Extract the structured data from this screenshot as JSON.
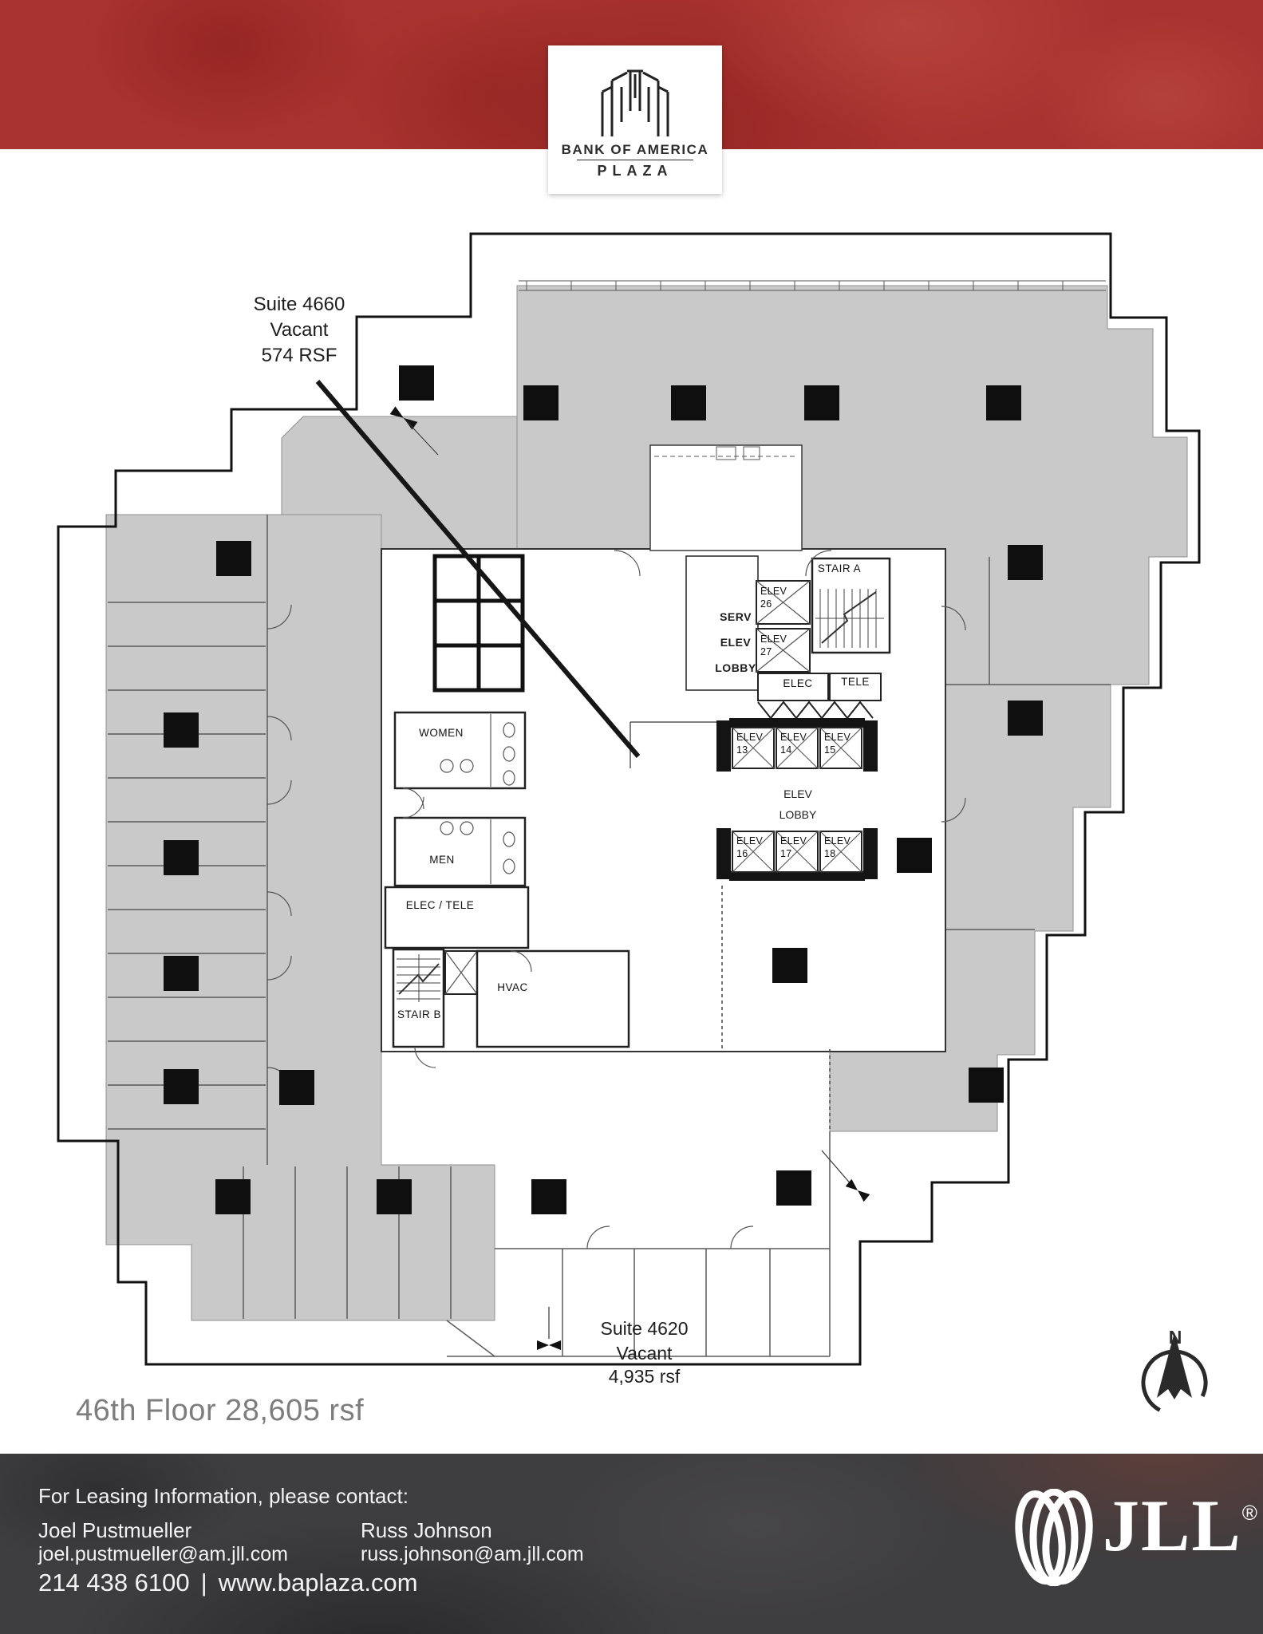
{
  "header": {
    "banner_color": "#a93330",
    "logo": {
      "line1": "BANK OF AMERICA",
      "line2": "PLAZA",
      "icon": "building-towers-icon"
    }
  },
  "plan": {
    "callout_suite_4660": {
      "lines": [
        "Suite 4660",
        "Vacant",
        "574 RSF"
      ]
    },
    "callout_suite_4620": {
      "lines": [
        "Suite 4620",
        "Vacant"
      ],
      "area_below_line": "4,935 rsf"
    },
    "labels": {
      "serv_elev_lobby": [
        "SERV",
        "ELEV",
        "LOBBY"
      ],
      "stair_a": "STAIR A",
      "stair_b": "STAIR B",
      "elec": "ELEC",
      "tele": "TELE",
      "elec_tele": "ELEC / TELE",
      "women": "WOMEN",
      "men": "MEN",
      "hvac": "HVAC",
      "elev_lobby": [
        "ELEV",
        "LOBBY"
      ]
    },
    "elevators": [
      {
        "line1": "ELEV",
        "line2": "26"
      },
      {
        "line1": "ELEV",
        "line2": "27"
      },
      {
        "line1": "ELEV",
        "line2": "13"
      },
      {
        "line1": "ELEV",
        "line2": "14"
      },
      {
        "line1": "ELEV",
        "line2": "15"
      },
      {
        "line1": "ELEV",
        "line2": "16"
      },
      {
        "line1": "ELEV",
        "line2": "17"
      },
      {
        "line1": "ELEV",
        "line2": "18"
      }
    ],
    "north_label": "N",
    "north_icon": "north-arrow-icon",
    "floor_label": "46th Floor 28,605 rsf",
    "colors": {
      "tenant_gray": "#c9c9c9",
      "wall_black": "#1a1a1a",
      "property_line": "#111111"
    }
  },
  "footer": {
    "background": "#3e3d3f",
    "heading": "For Leasing Information, please contact:",
    "contacts": [
      {
        "name": "Joel Pustmueller",
        "email": "joel.pustmueller@am.jll.com"
      },
      {
        "name": "Russ Johnson",
        "email": "russ.johnson@am.jll.com"
      }
    ],
    "phone": "214 438 6100",
    "separator": "|",
    "website": "www.baplaza.com",
    "logo": {
      "text": "JLL",
      "registered": "®",
      "mark": "jll-globe-icon"
    }
  }
}
